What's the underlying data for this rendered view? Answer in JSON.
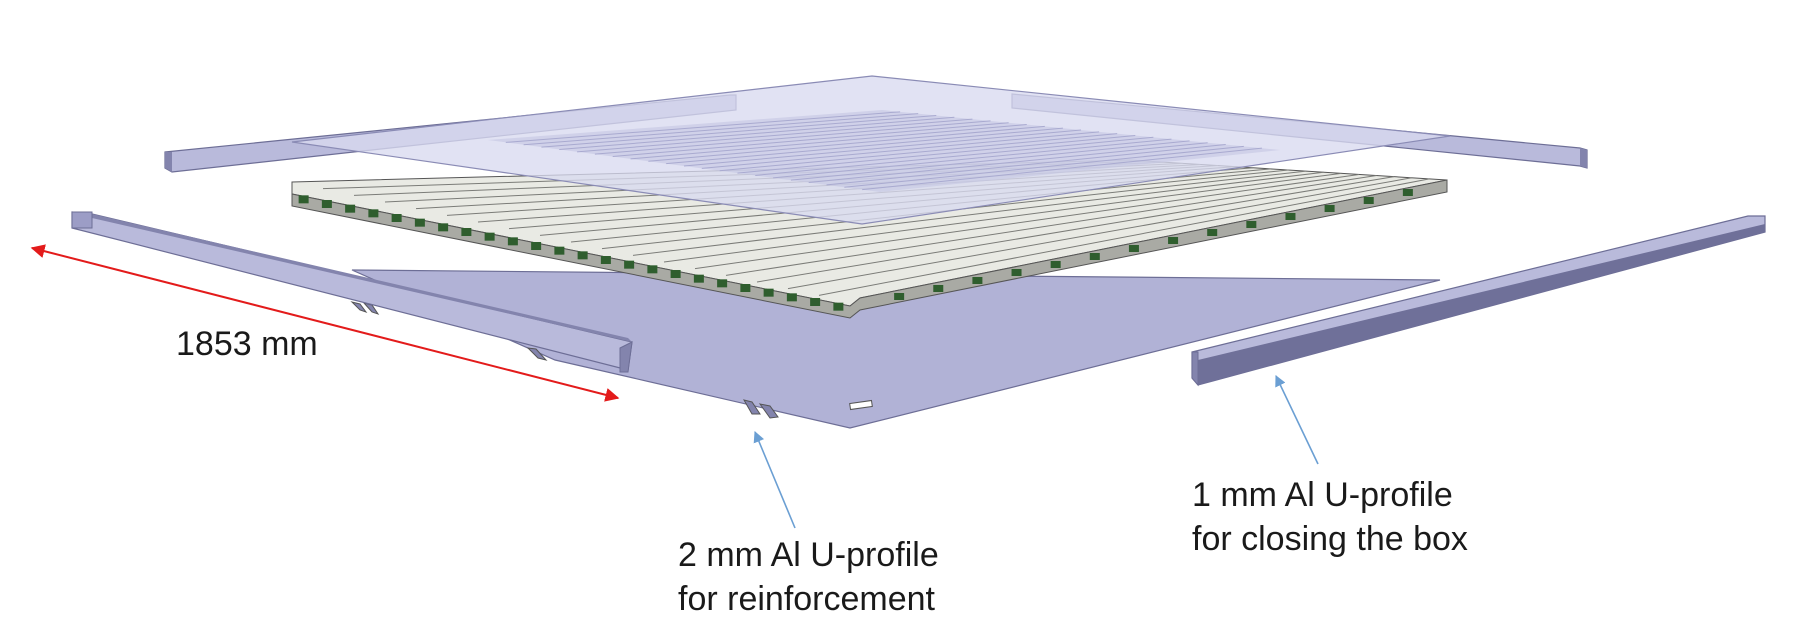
{
  "labels": {
    "dimension": "1853 mm",
    "reinforcement_line1": "2 mm Al U-profile",
    "reinforcement_line2": "for reinforcement",
    "closing_line1": "1 mm Al U-profile",
    "closing_line2": "for closing the box"
  },
  "colors": {
    "panel": "#b1b2d6",
    "panel_edge": "#6d6e96",
    "profile_face": "#b9badb",
    "profile_dark": "#8384ad",
    "glass": "#d9daf0",
    "board_light": "#e9eae4",
    "board_dark": "#a9aaa4",
    "component": "#2f5e2e",
    "dimension_arrow": "#e31b1b",
    "callout_arrow": "#6b9fd3"
  }
}
